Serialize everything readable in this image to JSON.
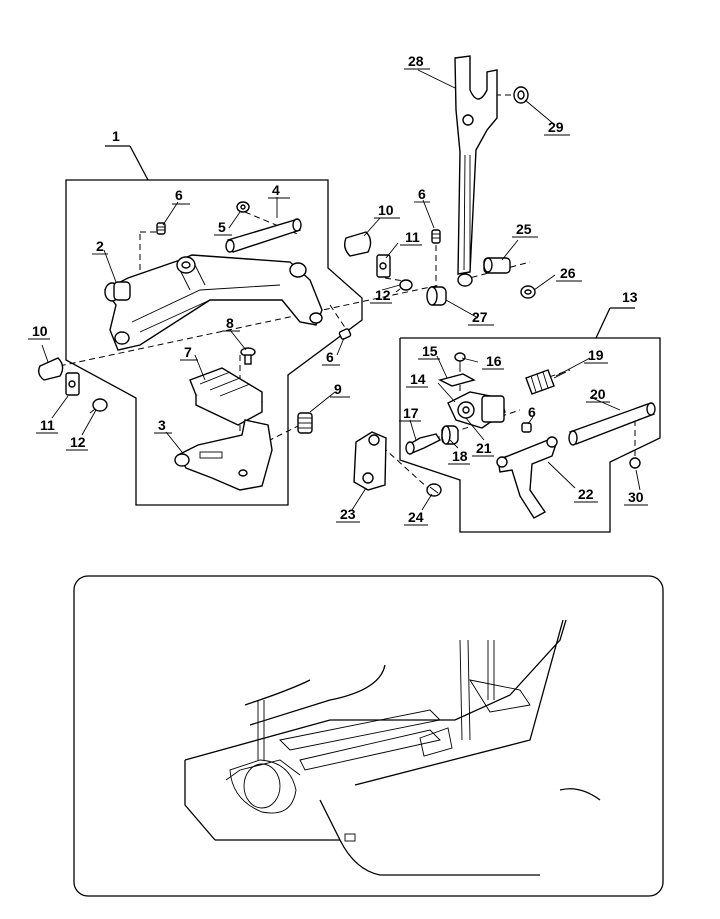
{
  "diagram": {
    "callouts": [
      {
        "id": "c1",
        "text": "1"
      },
      {
        "id": "c2",
        "text": "2"
      },
      {
        "id": "c3",
        "text": "3"
      },
      {
        "id": "c4",
        "text": "4"
      },
      {
        "id": "c5",
        "text": "5"
      },
      {
        "id": "c6a",
        "text": "6"
      },
      {
        "id": "c6b",
        "text": "6"
      },
      {
        "id": "c6c",
        "text": "6"
      },
      {
        "id": "c6d",
        "text": "6"
      },
      {
        "id": "c7",
        "text": "7"
      },
      {
        "id": "c8",
        "text": "8"
      },
      {
        "id": "c9",
        "text": "9"
      },
      {
        "id": "c10a",
        "text": "10"
      },
      {
        "id": "c10b",
        "text": "10"
      },
      {
        "id": "c11a",
        "text": "11"
      },
      {
        "id": "c11b",
        "text": "11"
      },
      {
        "id": "c12a",
        "text": "12"
      },
      {
        "id": "c12b",
        "text": "12"
      },
      {
        "id": "c13",
        "text": "13"
      },
      {
        "id": "c14",
        "text": "14"
      },
      {
        "id": "c15",
        "text": "15"
      },
      {
        "id": "c16",
        "text": "16"
      },
      {
        "id": "c17",
        "text": "17"
      },
      {
        "id": "c18",
        "text": "18"
      },
      {
        "id": "c19",
        "text": "19"
      },
      {
        "id": "c20",
        "text": "20"
      },
      {
        "id": "c21",
        "text": "21"
      },
      {
        "id": "c22",
        "text": "22"
      },
      {
        "id": "c23",
        "text": "23"
      },
      {
        "id": "c24",
        "text": "24"
      },
      {
        "id": "c25",
        "text": "25"
      },
      {
        "id": "c26",
        "text": "26"
      },
      {
        "id": "c27",
        "text": "27"
      },
      {
        "id": "c28",
        "text": "28"
      },
      {
        "id": "c29",
        "text": "29"
      },
      {
        "id": "c30",
        "text": "30"
      }
    ]
  }
}
